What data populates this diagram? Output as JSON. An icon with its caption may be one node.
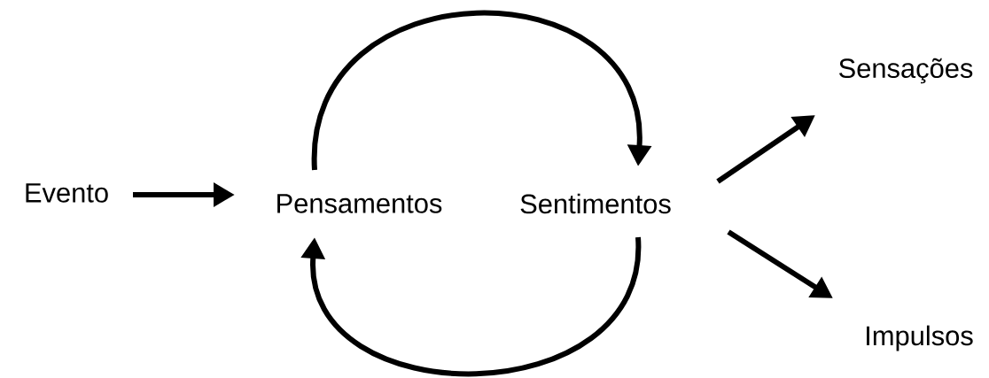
{
  "diagram": {
    "nodes": [
      {
        "text": [
          "Evento"
        ]
      },
      {
        "text": [
          "Pensamentos"
        ]
      },
      {
        "text": [
          "Sentimentos"
        ]
      },
      {
        "text": [
          "Sensações"
        ]
      },
      {
        "text": [
          "Impulsos"
        ]
      }
    ],
    "edges": [
      {
        "from": 0,
        "to": 1,
        "arrow": "to"
      },
      {
        "from": 1,
        "to": 2,
        "arrow": "to"
      },
      {
        "from": 2,
        "to": 1,
        "arrow": "to"
      },
      {
        "from": 2,
        "to": 3,
        "arrow": "to"
      },
      {
        "from": 2,
        "to": 4,
        "arrow": "to"
      }
    ]
  }
}
